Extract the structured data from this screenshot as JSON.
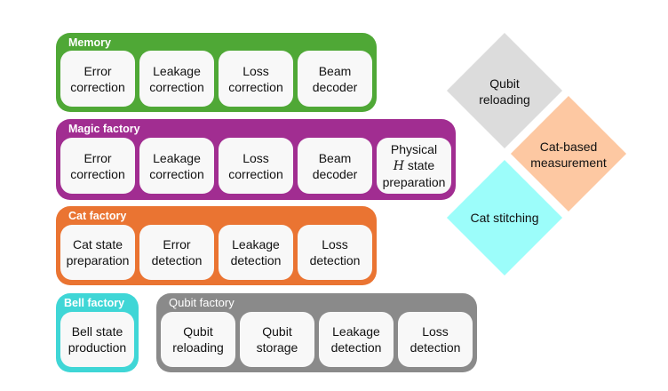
{
  "colors": {
    "memory": "#4fa836",
    "magic_factory": "#a12d91",
    "cat_factory": "#ea7432",
    "bell_factory": "#3fd6d6",
    "qubit_factory": "#8a8a8a",
    "card_fill": "#f8f8f8",
    "diamond_qubit_reloading": "#dcdcdc",
    "diamond_cat_based_measurement": "#fdc8a2",
    "diamond_cat_stitching": "#9cfdfa"
  },
  "panels": {
    "memory": {
      "title": "Memory",
      "cards": [
        {
          "line1": "Error",
          "line2": "correction"
        },
        {
          "line1": "Leakage",
          "line2": "correction"
        },
        {
          "line1": "Loss",
          "line2": "correction"
        },
        {
          "line1": "Beam",
          "line2": "decoder"
        }
      ]
    },
    "magic_factory": {
      "title": "Magic factory",
      "cards": [
        {
          "line1": "Error",
          "line2": "correction"
        },
        {
          "line1": "Leakage",
          "line2": "correction"
        },
        {
          "line1": "Loss",
          "line2": "correction"
        },
        {
          "line1": "Beam",
          "line2": "decoder"
        },
        {
          "line1": "Physical",
          "symbol": "H",
          "line2": "state",
          "line3": "preparation"
        }
      ]
    },
    "cat_factory": {
      "title": "Cat factory",
      "cards": [
        {
          "line1": "Cat state",
          "line2": "preparation"
        },
        {
          "line1": "Error",
          "line2": "detection"
        },
        {
          "line1": "Leakage",
          "line2": "detection"
        },
        {
          "line1": "Loss",
          "line2": "detection"
        }
      ]
    },
    "bell_factory": {
      "title": "Bell factory",
      "cards": [
        {
          "line1": "Bell state",
          "line2": "production"
        }
      ]
    },
    "qubit_factory": {
      "title": "Qubit factory",
      "cards": [
        {
          "line1": "Qubit",
          "line2": "reloading"
        },
        {
          "line1": "Qubit",
          "line2": "storage"
        },
        {
          "line1": "Leakage",
          "line2": "detection"
        },
        {
          "line1": "Loss",
          "line2": "detection"
        }
      ]
    }
  },
  "diamonds": {
    "qubit_reloading": {
      "line1": "Qubit",
      "line2": "reloading"
    },
    "cat_based_measurement": {
      "line1": "Cat-based",
      "line2": "measurement"
    },
    "cat_stitching": {
      "line1": "Cat stitching"
    }
  }
}
